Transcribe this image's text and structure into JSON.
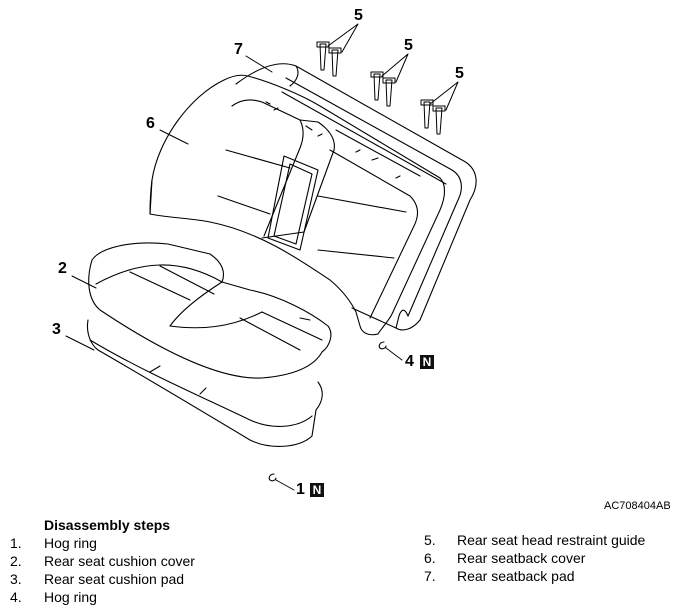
{
  "callouts": {
    "c5a": "5",
    "c5b": "5",
    "c5c": "5",
    "c7": "7",
    "c6": "6",
    "c2": "2",
    "c3": "3",
    "c4": "4",
    "c1": "1",
    "n_badge": "N"
  },
  "figure_code": "AC708404AB",
  "steps_title": "Disassembly steps",
  "steps_left": [
    {
      "num": "1.",
      "label": "Hog ring"
    },
    {
      "num": "2.",
      "label": "Rear seat cushion cover"
    },
    {
      "num": "3.",
      "label": "Rear seat cushion pad"
    },
    {
      "num": "4.",
      "label": "Hog ring"
    }
  ],
  "steps_right": [
    {
      "num": "5.",
      "label": "Rear seat head restraint guide"
    },
    {
      "num": "6.",
      "label": "Rear seatback cover"
    },
    {
      "num": "7.",
      "label": "Rear seatback pad"
    }
  ]
}
